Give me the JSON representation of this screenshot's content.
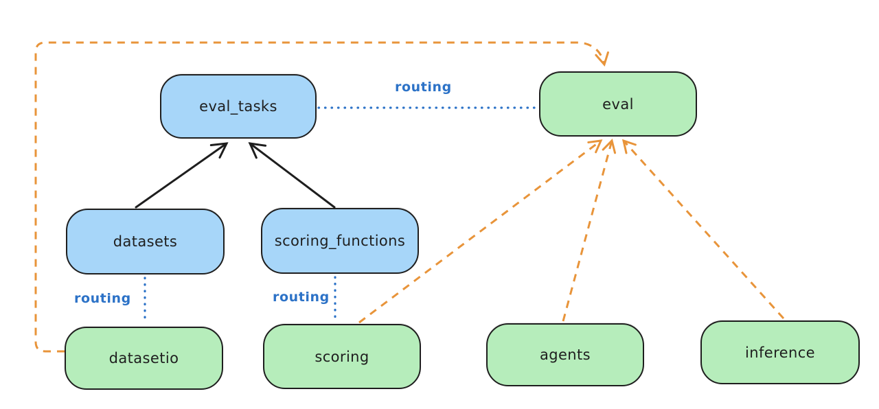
{
  "diagram": {
    "background_color": "#ffffff",
    "colors": {
      "background_color": "#ffffff",
      "blue_node_fill": "#a7d6f9",
      "green_node_fill": "#b6edbb",
      "node_border": "#1e1e1e",
      "node_text": "#1e1e1e",
      "routing_line_blue": "#2c72c7",
      "provider_arrow_orange": "#e8943a",
      "dependency_arrow_black": "#1e1e1e"
    },
    "nodes": [
      {
        "id": "eval_tasks",
        "label": "eval_tasks",
        "color": "blue"
      },
      {
        "id": "eval",
        "label": "eval",
        "color": "green"
      },
      {
        "id": "datasets",
        "label": "datasets",
        "color": "blue"
      },
      {
        "id": "scoring_functions",
        "label": "scoring_functions",
        "color": "blue"
      },
      {
        "id": "datasetio",
        "label": "datasetio",
        "color": "green"
      },
      {
        "id": "scoring",
        "label": "scoring",
        "color": "green"
      },
      {
        "id": "agents",
        "label": "agents",
        "color": "green"
      },
      {
        "id": "inference",
        "label": "inference",
        "color": "green"
      }
    ],
    "edges": [
      {
        "from": "datasets",
        "to": "eval_tasks",
        "style": "solid",
        "color": "black",
        "arrow": true
      },
      {
        "from": "scoring_functions",
        "to": "eval_tasks",
        "style": "solid",
        "color": "black",
        "arrow": true
      },
      {
        "from": "eval_tasks",
        "to": "eval",
        "style": "dotted",
        "color": "blue",
        "arrow": false,
        "label": "routing"
      },
      {
        "from": "datasets",
        "to": "datasetio",
        "style": "dotted",
        "color": "blue",
        "arrow": false,
        "label": "routing"
      },
      {
        "from": "scoring_functions",
        "to": "scoring",
        "style": "dotted",
        "color": "blue",
        "arrow": false,
        "label": "routing"
      },
      {
        "from": "datasetio",
        "to": "eval",
        "style": "dashed",
        "color": "orange",
        "arrow": true
      },
      {
        "from": "scoring",
        "to": "eval",
        "style": "dashed",
        "color": "orange",
        "arrow": true
      },
      {
        "from": "agents",
        "to": "eval",
        "style": "dashed",
        "color": "orange",
        "arrow": true
      },
      {
        "from": "inference",
        "to": "eval",
        "style": "dashed",
        "color": "orange",
        "arrow": true
      }
    ],
    "edge_labels": [
      {
        "id": "routing-eval-tasks-to-eval",
        "text": "routing"
      },
      {
        "id": "routing-datasets-to-datasetio",
        "text": "routing"
      },
      {
        "id": "routing-scoring-functions-to-scoring",
        "text": "routing"
      }
    ]
  }
}
